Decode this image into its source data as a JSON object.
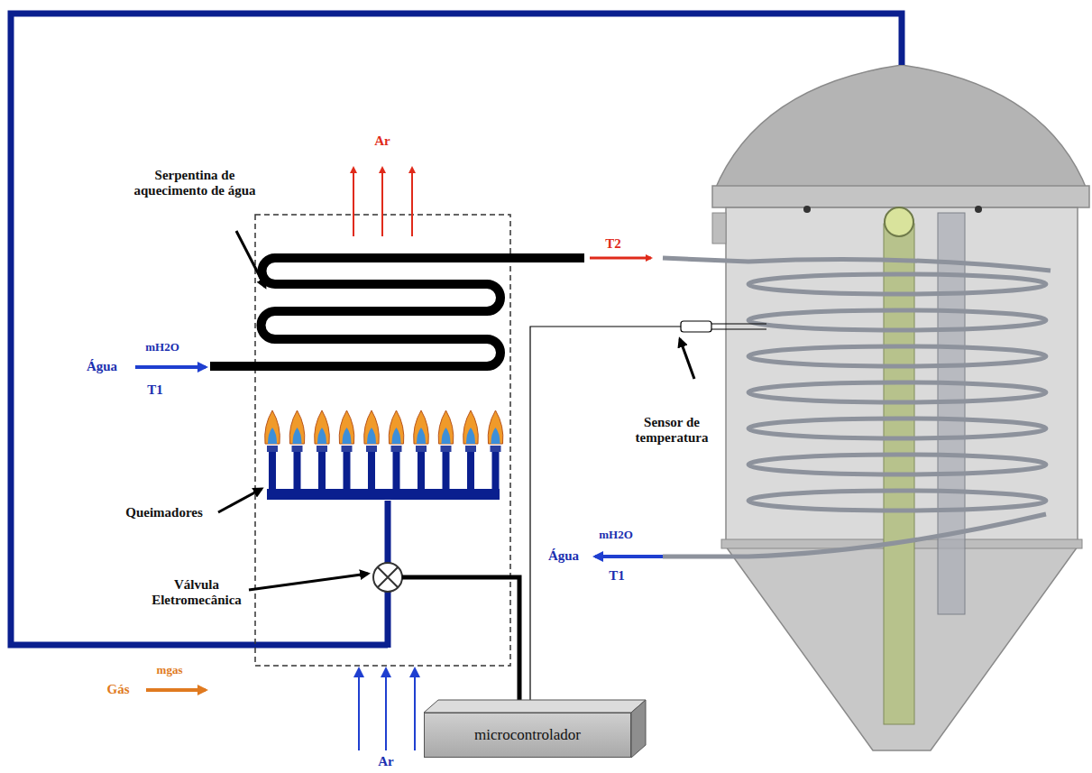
{
  "diagram": {
    "nodes": [
      {
        "text": [
          "microcontrolador"
        ]
      }
    ],
    "labels": [
      "Ar",
      "Serpentina de aquecimento de água",
      "T2",
      "mH2O",
      "Água",
      "T1",
      "Sensor de temperatura",
      "Queimadores",
      "mH2O",
      "Água",
      "Válvula Eletromecânica",
      "T1",
      "Gás",
      "mgas",
      "Ar"
    ]
  }
}
